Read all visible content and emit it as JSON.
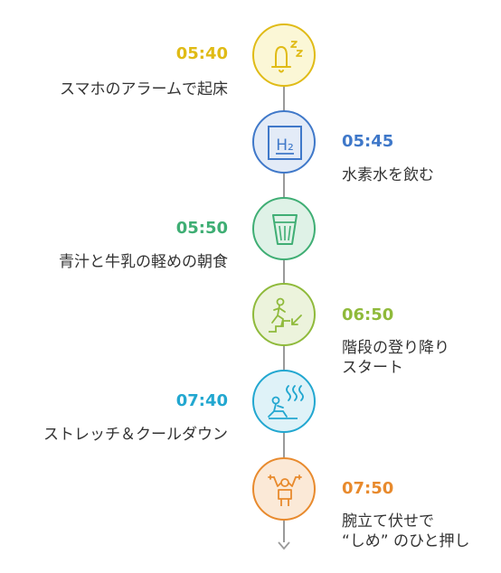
{
  "colors": {
    "yellow": "#e0bb16",
    "blue": "#3f78c9",
    "green": "#3fae74",
    "lime": "#8fba3b",
    "cyan": "#22a7d0",
    "orange": "#e88a2d",
    "axis": "#9a9a9a"
  },
  "steps": [
    {
      "time": "05:40",
      "label": "スマホのアラームで起床",
      "icon": "alarm-bell-icon"
    },
    {
      "time": "05:45",
      "label": "水素水を飲む",
      "icon": "hydrogen-water-icon",
      "icon_text": "H₂"
    },
    {
      "time": "05:50",
      "label": "青汁と牛乳の軽めの朝食",
      "icon": "glass-icon"
    },
    {
      "time": "06:50",
      "label_lines": [
        "階段の登り降り",
        "スタート"
      ],
      "icon": "stairs-icon"
    },
    {
      "time": "07:40",
      "label": "ストレッチ＆クールダウン",
      "icon": "sauna-relax-icon"
    },
    {
      "time": "07:50",
      "label_lines": [
        "腕立て伏せで",
        "“しめ” のひと押し"
      ],
      "icon": "pushup-icon"
    }
  ]
}
